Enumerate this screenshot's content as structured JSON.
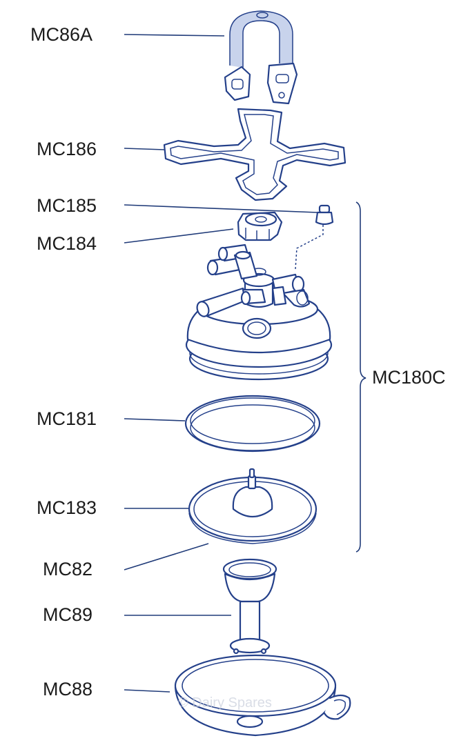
{
  "watermark": "© Dairy Spares",
  "parts": [
    {
      "id": "MC86A",
      "label": "MC86A",
      "name": "strap"
    },
    {
      "id": "MC186",
      "label": "MC186",
      "name": "gasket"
    },
    {
      "id": "MC185",
      "label": "MC185",
      "name": "valve-plug"
    },
    {
      "id": "MC184",
      "label": "MC184",
      "name": "cap-nut"
    },
    {
      "id": "MC180C",
      "label": "MC180C",
      "name": "cover-assembly"
    },
    {
      "id": "MC181",
      "label": "MC181",
      "name": "seal-ring"
    },
    {
      "id": "MC183",
      "label": "MC183",
      "name": "diaphragm"
    },
    {
      "id": "MC82",
      "label": "MC82",
      "name": "o-ring"
    },
    {
      "id": "MC89",
      "label": "MC89",
      "name": "distributor"
    },
    {
      "id": "MC88",
      "label": "MC88",
      "name": "bowl"
    }
  ],
  "colors": {
    "line": "#24408a",
    "shade": "#c8d3ec",
    "text": "#1b1b1b"
  }
}
